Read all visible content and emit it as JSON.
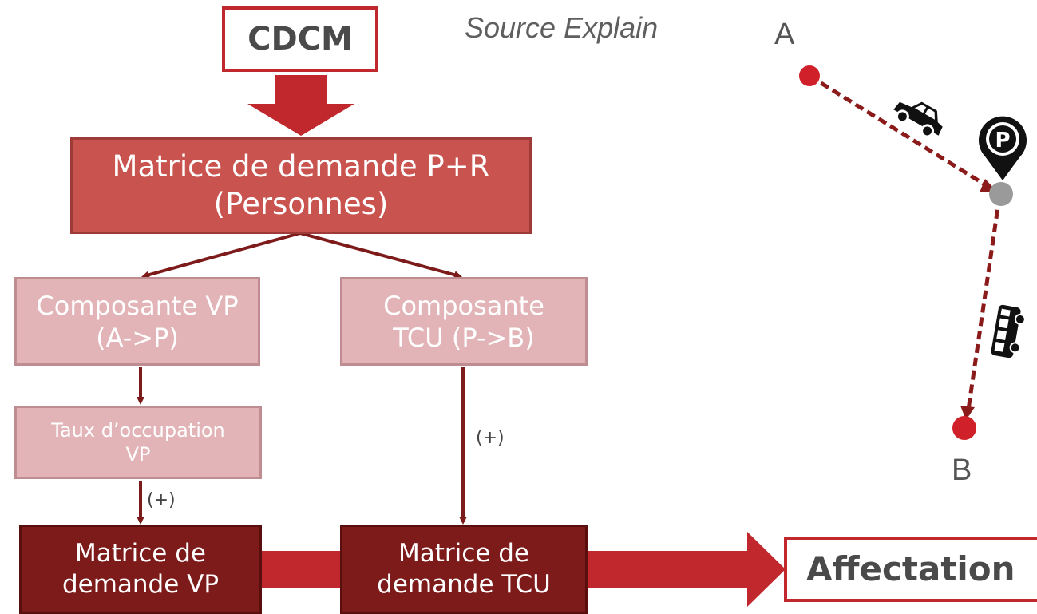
{
  "title": "Source Explain",
  "nodes": {
    "cdcm": "CDCM",
    "matrice_pr": [
      "Matrice de demande P+R",
      "(Personnes)"
    ],
    "comp_vp": [
      "Composante VP",
      "(A->P)"
    ],
    "comp_tcu": [
      "Composante",
      "TCU (P->B)"
    ],
    "taux": [
      "Taux d’occupation",
      "VP"
    ],
    "mat_vp": [
      "Matrice de",
      "demande VP"
    ],
    "mat_tcu": [
      "Matrice de",
      "demande TCU"
    ],
    "affectation": "Affectation"
  },
  "edge_labels": {
    "vp_plus": "(+)",
    "tcu_plus": "(+)"
  },
  "route": {
    "point_a": "A",
    "point_b": "B",
    "parking_symbol": "P",
    "icons": [
      "car-icon",
      "bus-icon",
      "parking-pin-icon"
    ]
  },
  "colors": {
    "accent_red": "#c0282d",
    "main_box": "#c9534e",
    "light_box": "#e2b4b7",
    "dark_box": "#7d1a1a",
    "route_line": "#8b1a1a",
    "node_red": "#d0202a",
    "node_gray": "#9a9a9a"
  }
}
